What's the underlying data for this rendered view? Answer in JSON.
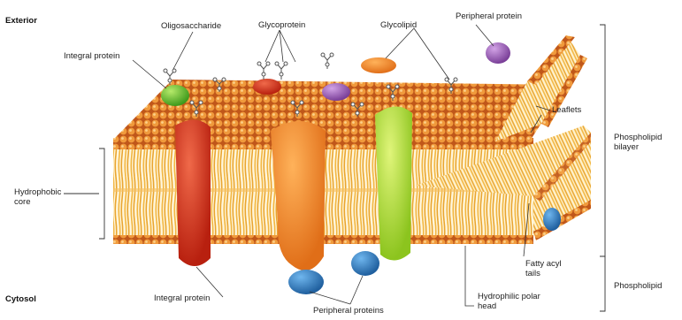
{
  "labels": {
    "exterior": "Exterior",
    "cytosol": "Cytosol",
    "oligosaccharide": "Oligosaccharide",
    "glycoprotein": "Glycoprotein",
    "glycolipid": "Glycolipid",
    "peripheral_protein": "Peripheral protein",
    "integral_protein_top": "Integral protein",
    "leaflets": "Leaflets",
    "phospholipid_bilayer": "Phospholipid bilayer",
    "hydrophobic_core": "Hydrophobic core",
    "integral_protein_bottom": "Integral protein",
    "peripheral_proteins": "Peripheral proteins",
    "fatty_acyl_tails": "Fatty acyl tails",
    "hydrophilic_polar_head": "Hydrophilic polar head",
    "phospholipid": "Phospholipid"
  },
  "colors": {
    "head": "#e8862a",
    "tail": "#f2b640",
    "integral_red": "#d9341f",
    "integral_orange": "#f08a2a",
    "integral_green": "#a6d630",
    "peripheral_blue": "#2f7fc0",
    "peripheral_purple": "#9a5fb5",
    "green_protein": "#6cbf3a"
  }
}
